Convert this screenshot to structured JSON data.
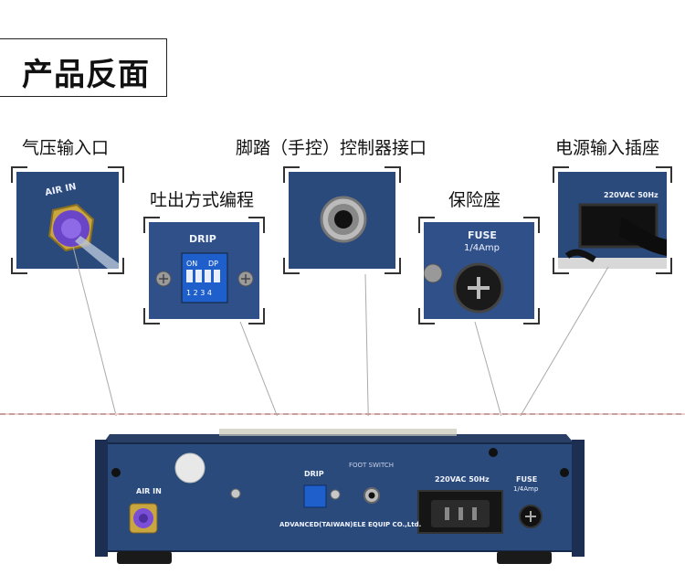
{
  "title": "产品反面",
  "callouts": [
    {
      "id": "air-in",
      "label": "气压输入口"
    },
    {
      "id": "drip",
      "label": "吐出方式编程"
    },
    {
      "id": "foot",
      "label": "脚踏（手控）控制器接口"
    },
    {
      "id": "fuse",
      "label": "保险座"
    },
    {
      "id": "power",
      "label": "电源输入插座"
    }
  ],
  "photo_text": {
    "air_in": "AIR IN",
    "drip": "DRIP",
    "dip_on": "ON",
    "dip_dp": "DP",
    "dip_nums": "1 2 3 4",
    "fuse": "FUSE",
    "fuse_rating": "1/4Amp",
    "power_rating": "220VAC 50Hz"
  },
  "panel_text": {
    "air_in": "AIR IN",
    "drip": "DRIP",
    "foot_switch": "FOOT SWITCH",
    "power_rating": "220VAC 50Hz",
    "fuse": "FUSE",
    "fuse_rating": "1/4Amp",
    "maker": "ADVANCED(TAIWAN)ELE EQUIP CO.,Ltd."
  },
  "colors": {
    "panel_blue": "#2b4a7c",
    "panel_dark": "#1c2f52",
    "fitting_purple": "#7a4fd6",
    "brass": "#c9a640",
    "accent_red": "#c44"
  }
}
